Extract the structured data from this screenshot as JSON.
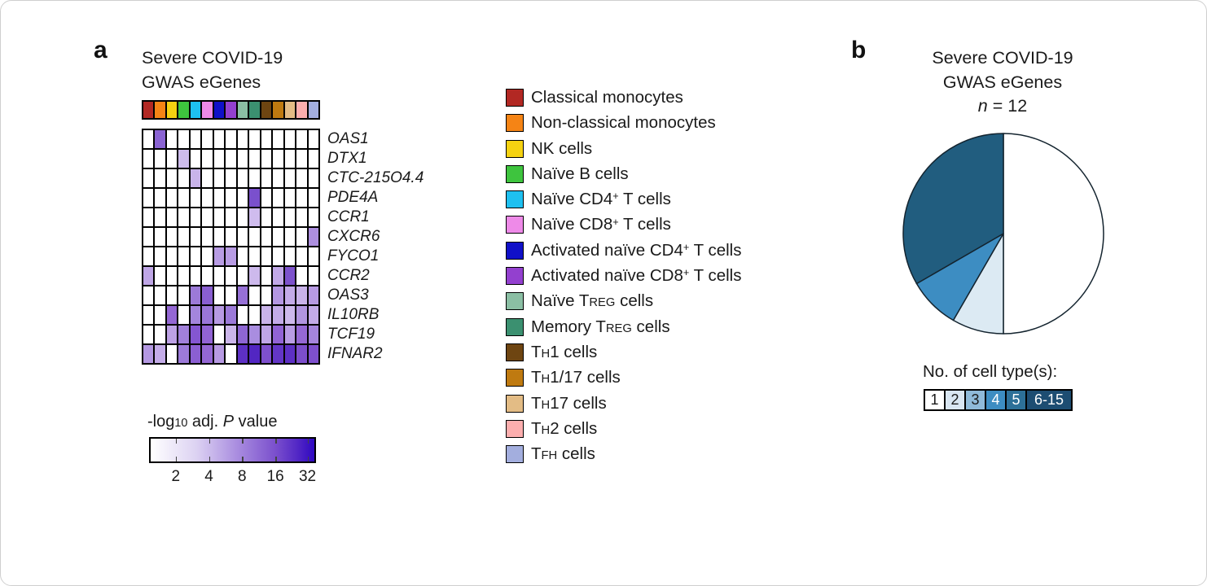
{
  "panels": {
    "a": "a",
    "b": "b"
  },
  "chart_data": [
    {
      "id": "egene-heatmap",
      "type": "heatmap",
      "title": "Severe COVID-19 GWAS eGenes",
      "title_lines": [
        "Severe COVID-19",
        "GWAS eGenes"
      ],
      "rows": [
        "OAS1",
        "DTX1",
        "CTC-215O4.4",
        "PDE4A",
        "CCR1",
        "CXCR6",
        "FYCO1",
        "CCR2",
        "OAS3",
        "IL10RB",
        "TCF19",
        "IFNAR2"
      ],
      "columns": [
        "Classical monocytes",
        "Non-classical monocytes",
        "NK cells",
        "Naive B cells",
        "Naive CD4+ T cells",
        "Naive CD8+ T cells",
        "Activated naive CD4+ T cells",
        "Activated naive CD8+ T cells",
        "Naive TREG cells",
        "Memory TREG cells",
        "TH1 cells",
        "TH1/17 cells",
        "TH17 cells",
        "TH2 cells",
        "TFH cells"
      ],
      "column_colors": [
        "#b22823",
        "#f58415",
        "#f5d211",
        "#3ec43e",
        "#1ec0f0",
        "#ee8ae8",
        "#1010c8",
        "#9340cf",
        "#8bbfa4",
        "#3b9070",
        "#6e4511",
        "#bf7a10",
        "#e3bc85",
        "#fcaeae",
        "#a3aede"
      ],
      "empty_color": "#ffffff",
      "cells": [
        {
          "gene": "OAS1",
          "col": 2,
          "color": "#8a63d2",
          "neg_log10_adj_p_est": 9
        },
        {
          "gene": "DTX1",
          "col": 4,
          "color": "#cdbcec",
          "neg_log10_adj_p_est": 2.5
        },
        {
          "gene": "CTC-215O4.4",
          "col": 5,
          "color": "#c9b4ea",
          "neg_log10_adj_p_est": 3
        },
        {
          "gene": "PDE4A",
          "col": 10,
          "color": "#7a50cd",
          "neg_log10_adj_p_est": 14
        },
        {
          "gene": "CCR1",
          "col": 10,
          "color": "#cfbcee",
          "neg_log10_adj_p_est": 2.5
        },
        {
          "gene": "CXCR6",
          "col": 15,
          "color": "#ad8fdf",
          "neg_log10_adj_p_est": 5
        },
        {
          "gene": "FYCO1",
          "col": 7,
          "color": "#b89ce4",
          "neg_log10_adj_p_est": 4
        },
        {
          "gene": "FYCO1",
          "col": 8,
          "color": "#b89ce4",
          "neg_log10_adj_p_est": 4
        },
        {
          "gene": "CCR2",
          "col": 1,
          "color": "#bfa6e6",
          "neg_log10_adj_p_est": 3.5
        },
        {
          "gene": "CCR2",
          "col": 10,
          "color": "#cdb9ec",
          "neg_log10_adj_p_est": 2.5
        },
        {
          "gene": "CCR2",
          "col": 12,
          "color": "#c2a9e8",
          "neg_log10_adj_p_est": 3
        },
        {
          "gene": "CCR2",
          "col": 13,
          "color": "#7d52cc",
          "neg_log10_adj_p_est": 13
        },
        {
          "gene": "OAS3",
          "col": 5,
          "color": "#9c7ad8",
          "neg_log10_adj_p_est": 7
        },
        {
          "gene": "OAS3",
          "col": 6,
          "color": "#8a5fd2",
          "neg_log10_adj_p_est": 10
        },
        {
          "gene": "OAS3",
          "col": 9,
          "color": "#9670d6",
          "neg_log10_adj_p_est": 8
        },
        {
          "gene": "OAS3",
          "col": 12,
          "color": "#b497e2",
          "neg_log10_adj_p_est": 5
        },
        {
          "gene": "OAS3",
          "col": 13,
          "color": "#c3abe8",
          "neg_log10_adj_p_est": 3
        },
        {
          "gene": "OAS3",
          "col": 14,
          "color": "#c9b3ea",
          "neg_log10_adj_p_est": 3
        },
        {
          "gene": "OAS3",
          "col": 15,
          "color": "#b79ae3",
          "neg_log10_adj_p_est": 4.5
        },
        {
          "gene": "IL10RB",
          "col": 3,
          "color": "#9467d4",
          "neg_log10_adj_p_est": 8
        },
        {
          "gene": "IL10RB",
          "col": 5,
          "color": "#a385dc",
          "neg_log10_adj_p_est": 6.5
        },
        {
          "gene": "IL10RB",
          "col": 6,
          "color": "#9a76d8",
          "neg_log10_adj_p_est": 7
        },
        {
          "gene": "IL10RB",
          "col": 7,
          "color": "#b79ae3",
          "neg_log10_adj_p_est": 4.5
        },
        {
          "gene": "IL10RB",
          "col": 8,
          "color": "#9c7ad9",
          "neg_log10_adj_p_est": 7
        },
        {
          "gene": "IL10RB",
          "col": 11,
          "color": "#c9b3ea",
          "neg_log10_adj_p_est": 3
        },
        {
          "gene": "IL10RB",
          "col": 12,
          "color": "#c3abe8",
          "neg_log10_adj_p_est": 3
        },
        {
          "gene": "IL10RB",
          "col": 13,
          "color": "#cdb9ec",
          "neg_log10_adj_p_est": 2.5
        },
        {
          "gene": "IL10RB",
          "col": 14,
          "color": "#b195e0",
          "neg_log10_adj_p_est": 5
        },
        {
          "gene": "IL10RB",
          "col": 15,
          "color": "#c3abe8",
          "neg_log10_adj_p_est": 3
        },
        {
          "gene": "TCF19",
          "col": 3,
          "color": "#bda1e5",
          "neg_log10_adj_p_est": 4
        },
        {
          "gene": "TCF19",
          "col": 4,
          "color": "#a180da",
          "neg_log10_adj_p_est": 6.5
        },
        {
          "gene": "TCF19",
          "col": 5,
          "color": "#8456d1",
          "neg_log10_adj_p_est": 11
        },
        {
          "gene": "TCF19",
          "col": 6,
          "color": "#9163d4",
          "neg_log10_adj_p_est": 8.5
        },
        {
          "gene": "TCF19",
          "col": 8,
          "color": "#cbb5ea",
          "neg_log10_adj_p_est": 2.5
        },
        {
          "gene": "TCF19",
          "col": 9,
          "color": "#8e66d3",
          "neg_log10_adj_p_est": 9
        },
        {
          "gene": "TCF19",
          "col": 10,
          "color": "#a98de0",
          "neg_log10_adj_p_est": 6
        },
        {
          "gene": "TCF19",
          "col": 11,
          "color": "#bfa6e7",
          "neg_log10_adj_p_est": 3.5
        },
        {
          "gene": "TCF19",
          "col": 12,
          "color": "#9163d4",
          "neg_log10_adj_p_est": 8.5
        },
        {
          "gene": "TCF19",
          "col": 13,
          "color": "#b99de4",
          "neg_log10_adj_p_est": 4
        },
        {
          "gene": "TCF19",
          "col": 14,
          "color": "#9568d4",
          "neg_log10_adj_p_est": 8
        },
        {
          "gene": "TCF19",
          "col": 15,
          "color": "#a585dc",
          "neg_log10_adj_p_est": 6
        },
        {
          "gene": "IFNAR2",
          "col": 1,
          "color": "#b498e2",
          "neg_log10_adj_p_est": 4.5
        },
        {
          "gene": "IFNAR2",
          "col": 2,
          "color": "#c4ace8",
          "neg_log10_adj_p_est": 3
        },
        {
          "gene": "IFNAR2",
          "col": 4,
          "color": "#9c7ad9",
          "neg_log10_adj_p_est": 7
        },
        {
          "gene": "IFNAR2",
          "col": 5,
          "color": "#8b5fd2",
          "neg_log10_adj_p_est": 10
        },
        {
          "gene": "IFNAR2",
          "col": 6,
          "color": "#9467d4",
          "neg_log10_adj_p_est": 8
        },
        {
          "gene": "IFNAR2",
          "col": 7,
          "color": "#b79ae3",
          "neg_log10_adj_p_est": 4.5
        },
        {
          "gene": "IFNAR2",
          "col": 9,
          "color": "#5d30c4",
          "neg_log10_adj_p_est": 24
        },
        {
          "gene": "IFNAR2",
          "col": 10,
          "color": "#5226c2",
          "neg_log10_adj_p_est": 28
        },
        {
          "gene": "IFNAR2",
          "col": 11,
          "color": "#7e50cd",
          "neg_log10_adj_p_est": 12
        },
        {
          "gene": "IFNAR2",
          "col": 12,
          "color": "#6336c6",
          "neg_log10_adj_p_est": 20
        },
        {
          "gene": "IFNAR2",
          "col": 13,
          "color": "#5d30c4",
          "neg_log10_adj_p_est": 24
        },
        {
          "gene": "IFNAR2",
          "col": 14,
          "color": "#7c4ecb",
          "neg_log10_adj_p_est": 13
        },
        {
          "gene": "IFNAR2",
          "col": 15,
          "color": "#7e50cd",
          "neg_log10_adj_p_est": 12
        }
      ],
      "scale": {
        "title_segments": [
          {
            "t": "-log"
          },
          {
            "t": "10",
            "s": "sub"
          },
          {
            "t": " adj. "
          },
          {
            "t": "P",
            "s": "i"
          },
          {
            "t": " value"
          }
        ],
        "ticks": [
          "2",
          "4",
          "8",
          "16",
          "32"
        ],
        "tick_fracs": [
          0.153,
          0.356,
          0.559,
          0.762,
          0.958
        ],
        "gradient_stops": [
          {
            "color": "#ffffff",
            "pos": 0
          },
          {
            "color": "#dcd2f2",
            "pos": 28
          },
          {
            "color": "#ab8fe0",
            "pos": 52
          },
          {
            "color": "#7b50cd",
            "pos": 76
          },
          {
            "color": "#4b20c4",
            "pos": 92
          },
          {
            "color": "#2e08c1",
            "pos": 100
          }
        ]
      },
      "cell_type_legend": [
        {
          "color": "#b22823",
          "segments": [
            {
              "t": "Classical monocytes"
            }
          ]
        },
        {
          "color": "#f58415",
          "segments": [
            {
              "t": "Non-classical monocytes"
            }
          ]
        },
        {
          "color": "#f5d211",
          "segments": [
            {
              "t": "NK cells"
            }
          ]
        },
        {
          "color": "#3ec43e",
          "segments": [
            {
              "t": "Naïve B cells"
            }
          ]
        },
        {
          "color": "#1ec0f0",
          "segments": [
            {
              "t": "Naïve CD4"
            },
            {
              "t": "+",
              "s": "sup"
            },
            {
              "t": " T cells"
            }
          ]
        },
        {
          "color": "#ee8ae8",
          "segments": [
            {
              "t": "Naïve CD8"
            },
            {
              "t": "+",
              "s": "sup"
            },
            {
              "t": " T cells"
            }
          ]
        },
        {
          "color": "#1010c8",
          "segments": [
            {
              "t": "Activated naïve CD4"
            },
            {
              "t": "+",
              "s": "sup"
            },
            {
              "t": " T cells"
            }
          ]
        },
        {
          "color": "#9340cf",
          "segments": [
            {
              "t": "Activated naïve CD8"
            },
            {
              "t": "+",
              "s": "sup"
            },
            {
              "t": " T cells"
            }
          ]
        },
        {
          "color": "#8bbfa4",
          "segments": [
            {
              "t": "Naïve T"
            },
            {
              "t": "REG",
              "s": "sc"
            },
            {
              "t": " cells"
            }
          ]
        },
        {
          "color": "#3b9070",
          "segments": [
            {
              "t": "Memory T"
            },
            {
              "t": "REG",
              "s": "sc"
            },
            {
              "t": " cells"
            }
          ]
        },
        {
          "color": "#6e4511",
          "segments": [
            {
              "t": "T"
            },
            {
              "t": "H",
              "s": "sc"
            },
            {
              "t": "1 cells"
            }
          ]
        },
        {
          "color": "#bf7a10",
          "segments": [
            {
              "t": "T"
            },
            {
              "t": "H",
              "s": "sc"
            },
            {
              "t": "1/17 cells"
            }
          ]
        },
        {
          "color": "#e3bc85",
          "segments": [
            {
              "t": "T"
            },
            {
              "t": "H",
              "s": "sc"
            },
            {
              "t": "17 cells"
            }
          ]
        },
        {
          "color": "#fcaeae",
          "segments": [
            {
              "t": "T"
            },
            {
              "t": "H",
              "s": "sc"
            },
            {
              "t": "2 cells"
            }
          ]
        },
        {
          "color": "#a3aede",
          "segments": [
            {
              "t": "T"
            },
            {
              "t": "FH",
              "s": "sc"
            },
            {
              "t": " cells"
            }
          ]
        }
      ]
    },
    {
      "id": "egene-pie",
      "type": "pie",
      "title": "Severe COVID-19 GWAS eGenes",
      "title_lines": [
        "Severe COVID-19",
        "GWAS eGenes"
      ],
      "n": 12,
      "n_label_segments": [
        {
          "t": "n",
          "s": "i"
        },
        {
          "t": " = 12"
        }
      ],
      "slices": [
        {
          "bucket": "1",
          "value": 6,
          "color": "#ffffff"
        },
        {
          "bucket": "2",
          "value": 1,
          "color": "#dceaf3"
        },
        {
          "bucket": "4",
          "value": 1,
          "color": "#3d8dc2"
        },
        {
          "bucket": "6-15",
          "value": 4,
          "color": "#215d7f"
        }
      ],
      "legend": {
        "title": "No. of cell type(s):",
        "buckets": [
          {
            "label": "1",
            "color": "#ffffff",
            "text_color": "#1a1a1a"
          },
          {
            "label": "2",
            "color": "#d9e6f2",
            "text_color": "#1a1a1a"
          },
          {
            "label": "3",
            "color": "#8fbad9",
            "text_color": "#1a1a1a"
          },
          {
            "label": "4",
            "color": "#3d8dc2",
            "text_color": "#ffffff"
          },
          {
            "label": "5",
            "color": "#2d7098",
            "text_color": "#ffffff"
          },
          {
            "label": "6-15",
            "color": "#1d4d72",
            "text_color": "#ffffff"
          }
        ]
      }
    }
  ]
}
